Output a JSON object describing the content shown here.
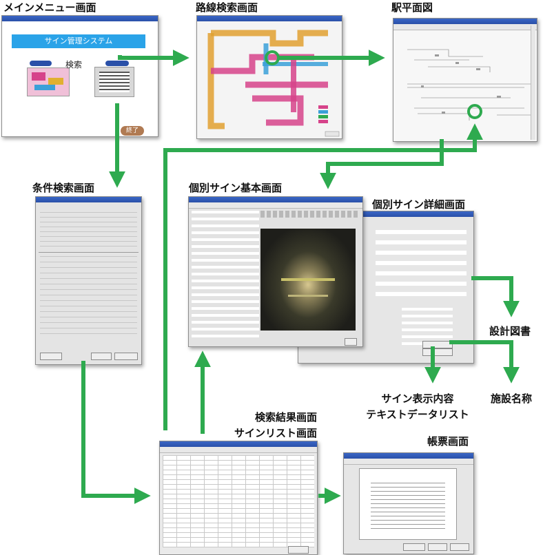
{
  "labels": {
    "main_menu": "メインメニュー画面",
    "route_search": "路線検索画面",
    "station_plan": "駅平面図",
    "condition_search": "条件検索画面",
    "sign_basic": "個別サイン基本画面",
    "sign_detail": "個別サイン詳細画面",
    "design_doc": "設計図書",
    "sign_display_line1": "サイン表示内容",
    "sign_display_line2": "テキストデータリスト",
    "facility_name": "施設名称",
    "results_line1": "検索結果画面",
    "results_line2": "サインリスト画面",
    "ledger": "帳票画面"
  },
  "main_menu_window": {
    "system_title": "サイン管理システム",
    "search_text": "検索",
    "exit_label": "終了"
  },
  "colors": {
    "arrow": "#2eaa4f",
    "title_banner": "#2aa3e8",
    "exit_button": "#b07a52",
    "photo_glow": "#d8c890"
  }
}
